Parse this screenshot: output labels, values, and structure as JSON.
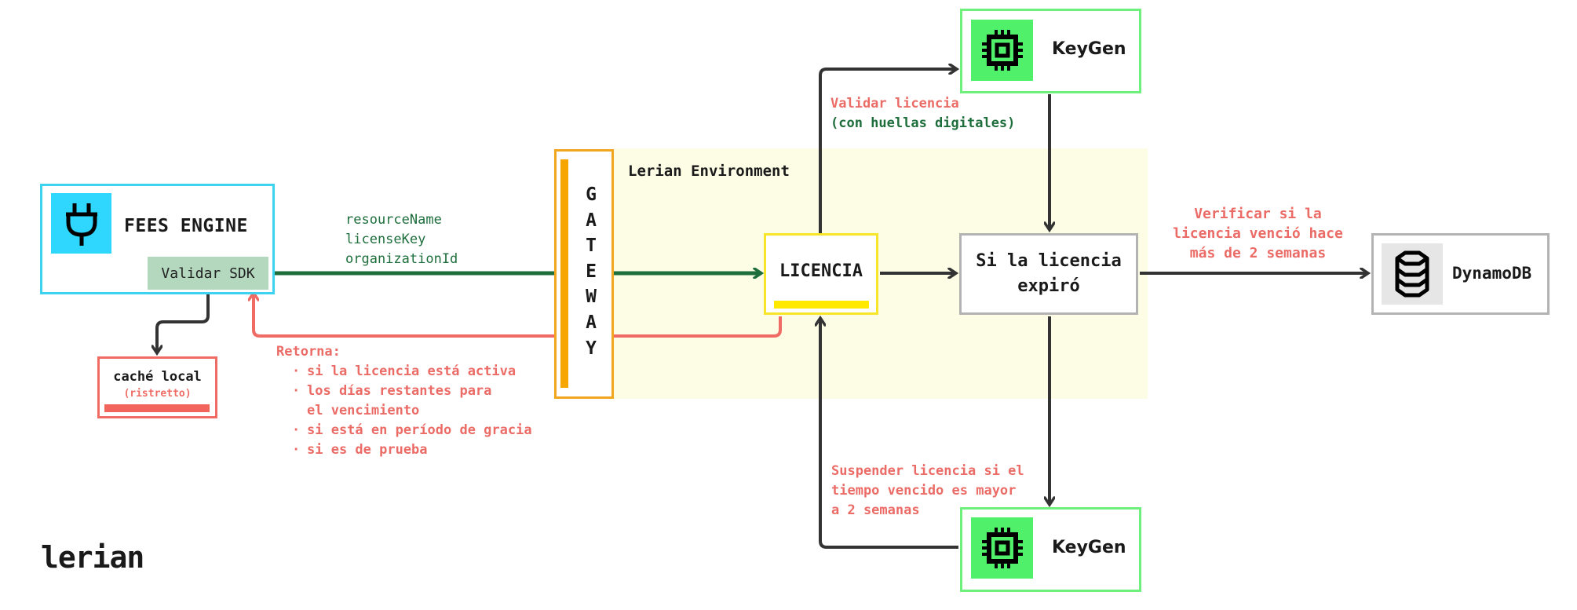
{
  "environment": {
    "label": "Lerian Environment",
    "bg_color": "#fdfde6"
  },
  "fees_engine": {
    "title": "FEES ENGINE",
    "icon": "plug-icon",
    "sdk_label": "Validar SDK",
    "border_color": "#3dd3f0"
  },
  "cache": {
    "title": "caché local",
    "subtitle": "(ristretto)",
    "accent_color": "#f2645c"
  },
  "request_params": [
    "resourceName",
    "licenseKey",
    "organizationId"
  ],
  "response": {
    "title": "Retorna:",
    "items": [
      "si la licencia está activa",
      "los días restantes para el vencimiento",
      "si está en período de gracia",
      "si es de prueba"
    ]
  },
  "gateway": {
    "letters": [
      "G",
      "A",
      "T",
      "E",
      "W",
      "A",
      "Y"
    ],
    "color": "#f7a600"
  },
  "licencia": {
    "title": "LICENCIA",
    "accent_color": "#ffe900"
  },
  "expiry_check": {
    "line1": "Si la licencia",
    "line2": "expiró"
  },
  "keygen_top": {
    "label": "KeyGen",
    "icon": "chip-icon"
  },
  "keygen_bottom": {
    "label": "KeyGen",
    "icon": "chip-icon"
  },
  "validate_note": {
    "line1": "Validar licencia",
    "line2": "(con huellas digitales)"
  },
  "suspend_note": {
    "lines": [
      "Suspender licencia si el",
      "tiempo vencido es mayor",
      "a 2 semanas"
    ]
  },
  "verify_note": {
    "lines": [
      "Verificar si la",
      "licencia venció hace",
      "más de 2 semanas"
    ]
  },
  "dynamodb": {
    "label": "DynamoDB",
    "icon": "database-icon"
  },
  "logo": {
    "text": "lerian"
  },
  "colors": {
    "request_line": "#1e6e3c",
    "response_line": "#ef6b64",
    "flow_line": "#333333",
    "keygen_green": "#50f06a"
  }
}
